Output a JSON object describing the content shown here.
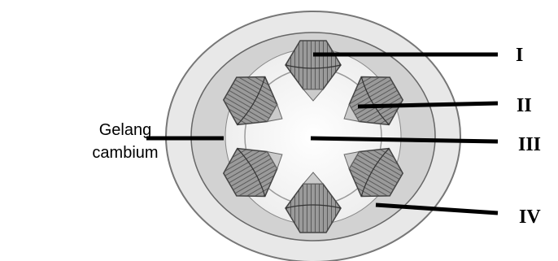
{
  "labels": {
    "side_label": [
      "Gelang",
      "cambium"
    ],
    "roman": [
      "I",
      "II",
      "III",
      "IV"
    ]
  },
  "colors": {
    "outer_ring": "#e6e6e6",
    "cortex": "#cfcfcf",
    "pith": "#f7f7f7",
    "bundle_light": "#9a9a9a",
    "bundle_dark": "#6f6f6f",
    "phloem_cap": "#cbcbcb",
    "line": "#000000"
  }
}
